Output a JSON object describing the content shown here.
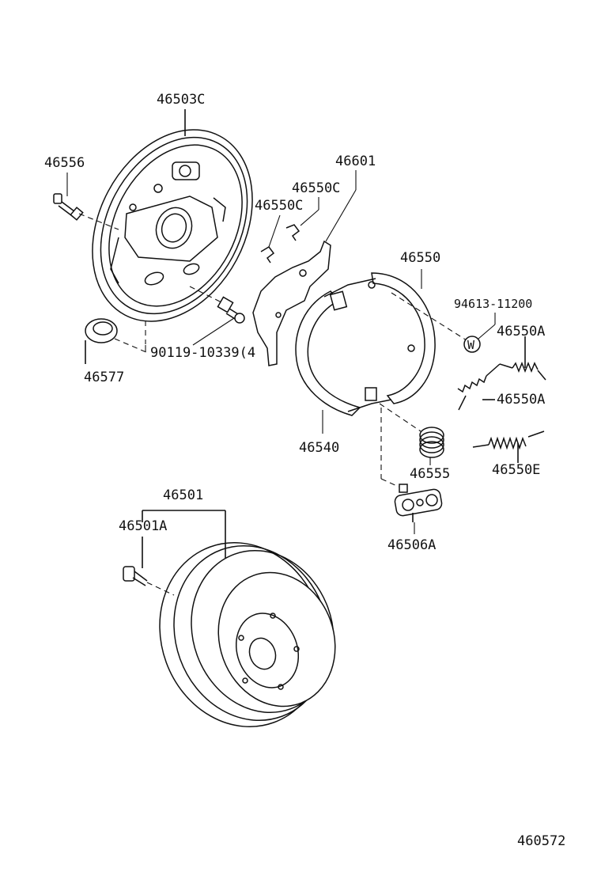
{
  "labels": {
    "backing_plate": "46503C",
    "bolt_46556": "46556",
    "lever": "46601",
    "clip_upper": "46550C",
    "clip_lower": "46550C",
    "shoe_set": "46550",
    "washer_part": "94613-11200",
    "spring_a1": "46550A",
    "spring_a2": "46550A",
    "bolt_90119": "90119-10339(4",
    "plug": "46577",
    "shoe": "46540",
    "spring_46555": "46555",
    "spring_e": "46550E",
    "drum": "46501",
    "drum_bolt": "46501A",
    "cylinder": "46506A",
    "diagram_id": "460572"
  },
  "washer_symbol": "W"
}
